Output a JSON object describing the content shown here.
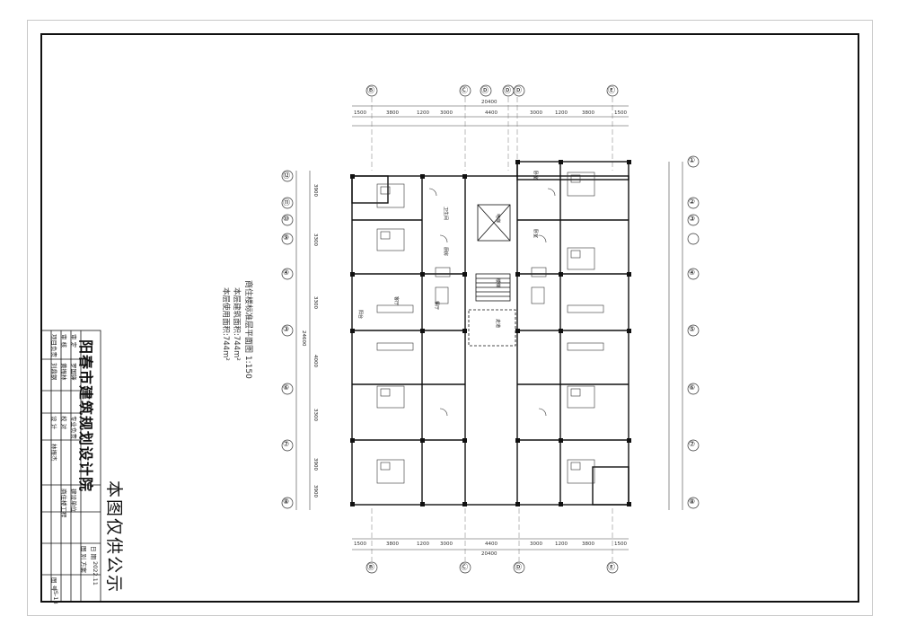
{
  "drawing": {
    "notice": "本图仅供公示",
    "institute": "阳春市建筑规划设计院",
    "plan_title": "商住楼标准层平面图 1:150",
    "area_lines": [
      "本层建筑面积:744m²",
      "本层使用面积:744m²"
    ],
    "title_block": {
      "roles_left": [
        "审 定",
        "审 核",
        "项目负责"
      ],
      "names_left": [
        "罗国锋",
        "黄振林",
        "刘鼎钢"
      ],
      "roles_mid": [
        "专业负责",
        "校 对",
        "设 计"
      ],
      "names_mid": [
        "",
        "",
        "林振杰"
      ],
      "project_label": "建设单位",
      "project_name": "商住楼工程",
      "date_label": "日 期",
      "date_value": "2022.11",
      "stage_label": "图 别",
      "stage_value": "方案",
      "sheet_label": "图 号",
      "sheet_value": "JS-18"
    },
    "axes": {
      "top": [
        "Ⓑ",
        "Ⓒ",
        "Ⓓ",
        "Ⓓ",
        "Ⓓ",
        "Ⓔ"
      ],
      "bottom": [
        "Ⓑ",
        "Ⓒ",
        "Ⓓ",
        "Ⓔ"
      ],
      "left": [
        "⑫",
        "⑪",
        "⑩",
        "⑨",
        "④",
        "③",
        "⑥",
        "⑦",
        "⑧"
      ],
      "right": [
        "①",
        "②",
        "③",
        "④",
        "⑤",
        "⑥",
        "⑦",
        "⑧"
      ]
    },
    "dims": {
      "top_total": "20400",
      "top_row": [
        "1500",
        "3800",
        "1200",
        "3000",
        "4400",
        "3000",
        "1200",
        "3800",
        "1500"
      ],
      "bottom_total": "20400",
      "bottom_row": [
        "1500",
        "3800",
        "1200",
        "3000",
        "4400",
        "3000",
        "1200",
        "3800",
        "1500"
      ],
      "side_total": "24600",
      "side_row": [
        "3900",
        "3300",
        "3300",
        "4000",
        "3300",
        "3900",
        "3900"
      ]
    },
    "rooms": [
      "卧室",
      "卧室",
      "厨房",
      "卫生间",
      "客厅",
      "餐厅",
      "阳台",
      "电梯",
      "楼梯",
      "走道"
    ]
  }
}
